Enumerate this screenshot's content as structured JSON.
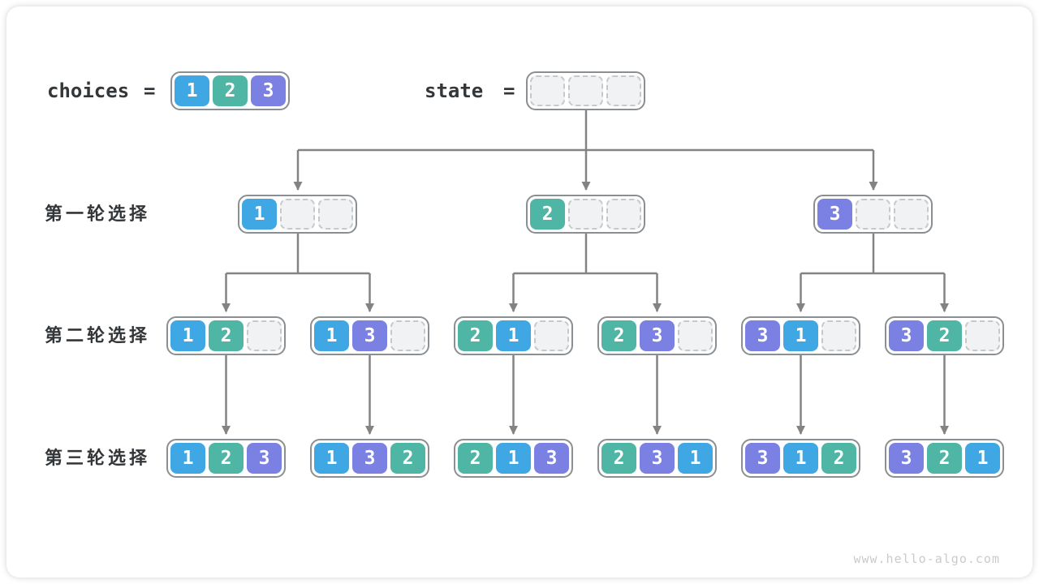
{
  "colors": {
    "v1": "#3ea7e4",
    "v2": "#4fb6a5",
    "v3": "#7a81e3"
  },
  "header": {
    "choices_label": "choices",
    "choices_eq": "=",
    "state_label": "state",
    "state_eq": "=",
    "choices_cells": [
      "1",
      "2",
      "3"
    ],
    "state_cells": [
      "",
      "",
      ""
    ]
  },
  "rounds": [
    {
      "label": "第一轮选择",
      "boxes": [
        [
          "1",
          "",
          ""
        ],
        [
          "2",
          "",
          ""
        ],
        [
          "3",
          "",
          ""
        ]
      ]
    },
    {
      "label": "第二轮选择",
      "boxes": [
        [
          "1",
          "2",
          ""
        ],
        [
          "1",
          "3",
          ""
        ],
        [
          "2",
          "1",
          ""
        ],
        [
          "2",
          "3",
          ""
        ],
        [
          "3",
          "1",
          ""
        ],
        [
          "3",
          "2",
          ""
        ]
      ]
    },
    {
      "label": "第三轮选择",
      "boxes": [
        [
          "1",
          "2",
          "3"
        ],
        [
          "1",
          "3",
          "2"
        ],
        [
          "2",
          "1",
          "3"
        ],
        [
          "2",
          "3",
          "1"
        ],
        [
          "3",
          "1",
          "2"
        ],
        [
          "3",
          "2",
          "1"
        ]
      ]
    }
  ],
  "footer": {
    "watermark": "www.hello-algo.com"
  }
}
